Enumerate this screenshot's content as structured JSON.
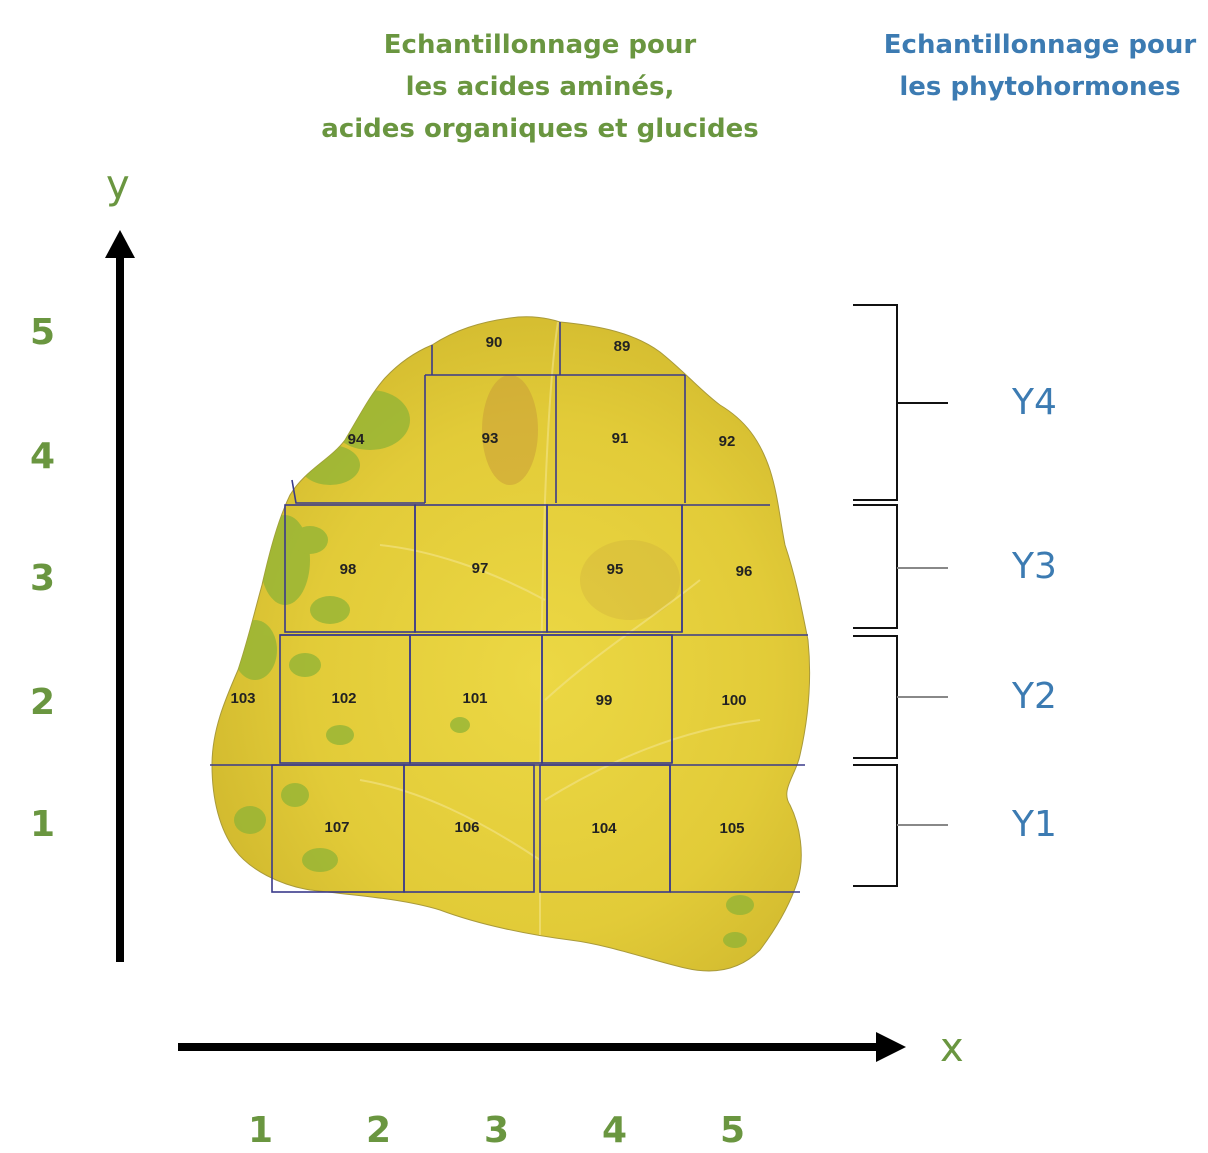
{
  "titles": {
    "amino": [
      "Echantillonnage pour",
      "les acides aminés,",
      "acides organiques et glucides"
    ],
    "hormones": [
      "Echantillonnage pour",
      "les phytohormones"
    ]
  },
  "axes": {
    "x_label": "x",
    "y_label": "y",
    "x_ticks": [
      "1",
      "2",
      "3",
      "4",
      "5"
    ],
    "y_ticks": [
      "5",
      "4",
      "3",
      "2",
      "1"
    ]
  },
  "groups": [
    "Y4",
    "Y3",
    "Y2",
    "Y1"
  ],
  "samples": {
    "row5": [
      "90",
      "89"
    ],
    "row4": [
      "94",
      "93",
      "91",
      "92"
    ],
    "row3": [
      "98",
      "97",
      "95",
      "96"
    ],
    "row2": [
      "103",
      "102",
      "101",
      "99",
      "100"
    ],
    "row1": [
      "107",
      "106",
      "104",
      "105"
    ]
  },
  "colors": {
    "green_text": "#6a9640",
    "blue_text": "#3c7bb2",
    "leaf": "#e3cf3a",
    "grid_line": "#3a3a8a"
  }
}
